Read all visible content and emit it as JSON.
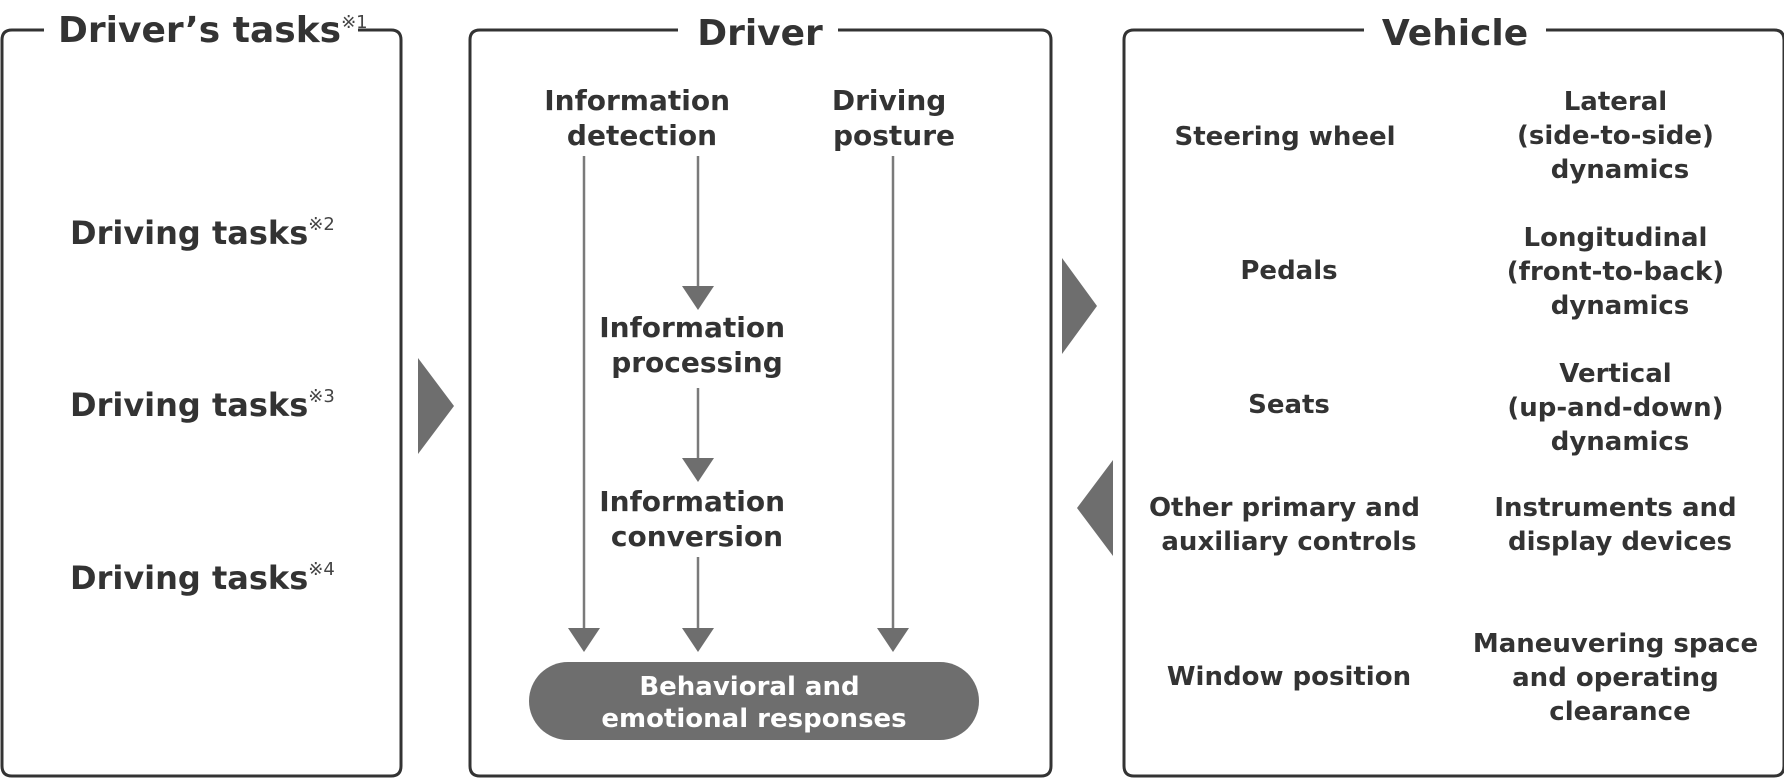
{
  "tasks_panel": {
    "title": "Driver’s tasks",
    "title_note": "※1",
    "items": [
      {
        "label": "Driving tasks",
        "note": "※2"
      },
      {
        "label": "Driving tasks",
        "note": "※3"
      },
      {
        "label": "Driving tasks",
        "note": "※4"
      }
    ]
  },
  "driver_panel": {
    "title": "Driver",
    "info_detection": [
      "Information",
      "detection"
    ],
    "driving_posture": [
      "Driving",
      "posture"
    ],
    "info_processing": [
      "Information",
      "processing"
    ],
    "info_conversion": [
      "Information",
      "conversion"
    ],
    "responses": [
      "Behavioral and",
      "emotional responses"
    ]
  },
  "vehicle_panel": {
    "title": "Vehicle",
    "left_items": [
      [
        "Steering wheel"
      ],
      [
        "Pedals"
      ],
      [
        "Seats"
      ],
      [
        "Other primary and",
        "auxiliary controls"
      ],
      [
        "Window position"
      ]
    ],
    "right_items": [
      [
        "Lateral",
        "(side-to-side)",
        "dynamics"
      ],
      [
        "Longitudinal",
        "(front-to-back)",
        "dynamics"
      ],
      [
        "Vertical",
        "(up-and-down)",
        "dynamics"
      ],
      [
        "Instruments and",
        "display devices"
      ],
      [
        "Maneuvering space",
        "and operating",
        "clearance"
      ]
    ]
  },
  "colors": {
    "border": "#333333",
    "text": "#333333",
    "arrow_gray": "#6e6e6e",
    "line_gray": "#7a7a7a",
    "pill_fill": "#6e6e6e",
    "pill_text": "#ffffff"
  }
}
